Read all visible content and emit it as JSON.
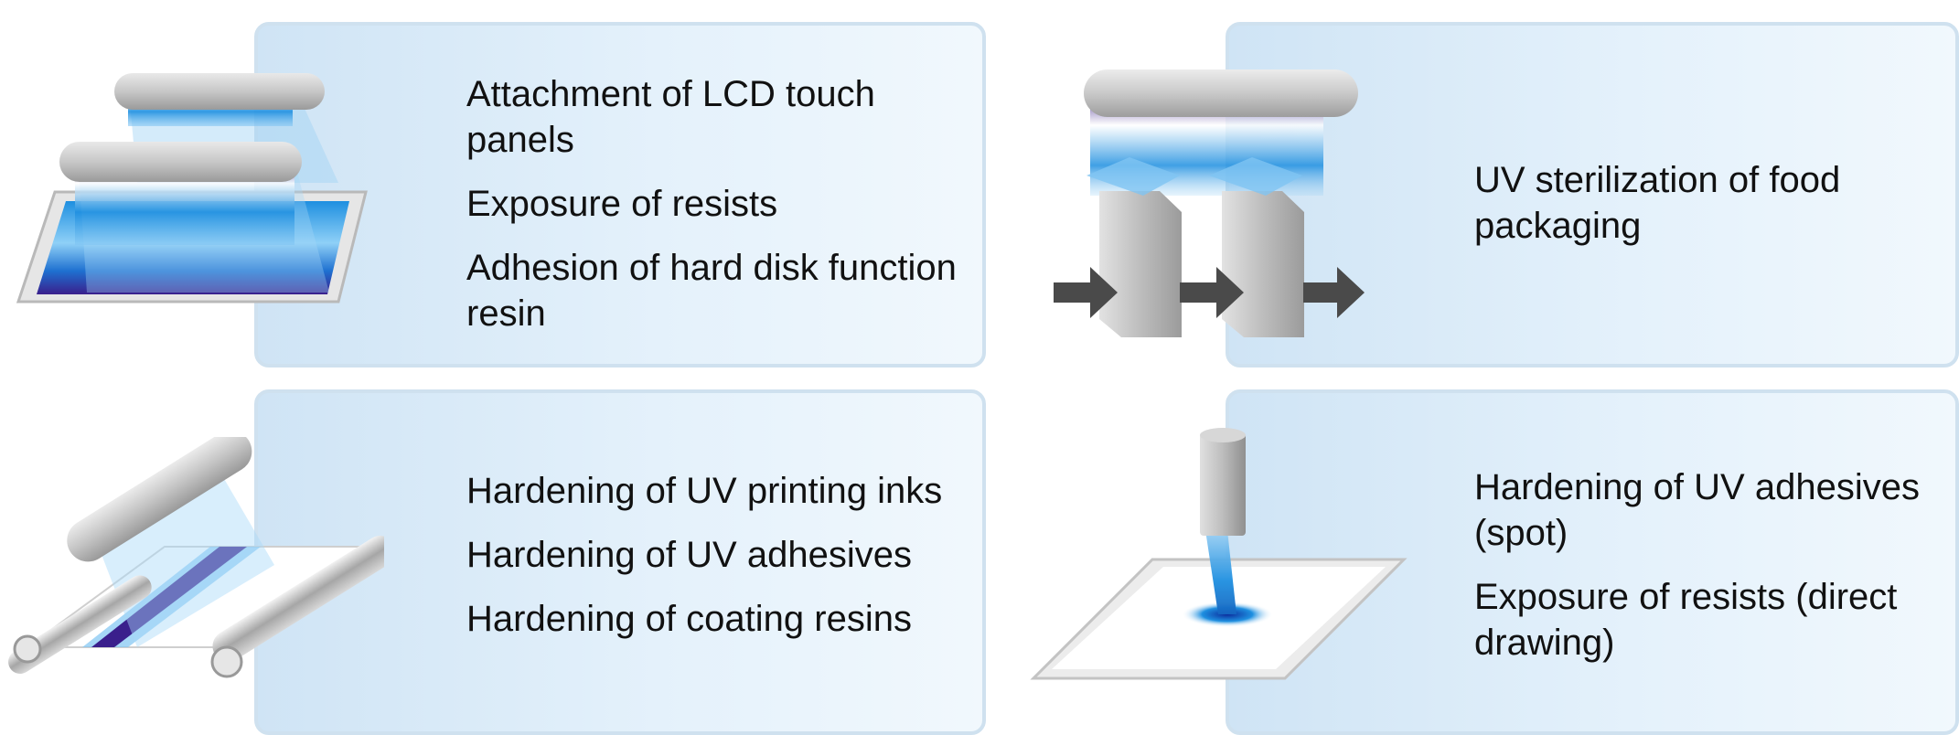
{
  "panels": [
    {
      "items": [
        "Attachment of LCD touch panels",
        "Exposure of resists",
        "Adhesion of hard disk function resin"
      ]
    },
    {
      "items": [
        "UV sterilization of food packaging"
      ]
    },
    {
      "items": [
        "Hardening of UV printing inks",
        "Hardening of UV adhesives",
        "Hardening of coating resins"
      ]
    },
    {
      "items": [
        "Hardening of UV adhesives (spot)",
        "Exposure of resists (direct drawing)"
      ]
    }
  ],
  "icons": {
    "panel1": "uv-lamps-over-panel-icon",
    "panel2": "uv-lamp-over-boxes-conveyor-icon",
    "panel3": "uv-lamp-over-roller-web-icon",
    "panel4": "uv-spot-lamp-icon"
  },
  "colors": {
    "panel_border": "#cfe1ef",
    "panel_bg": "#e4f1fb",
    "uv_blue": "#1e8fe0",
    "uv_dark": "#3a1f8c"
  }
}
